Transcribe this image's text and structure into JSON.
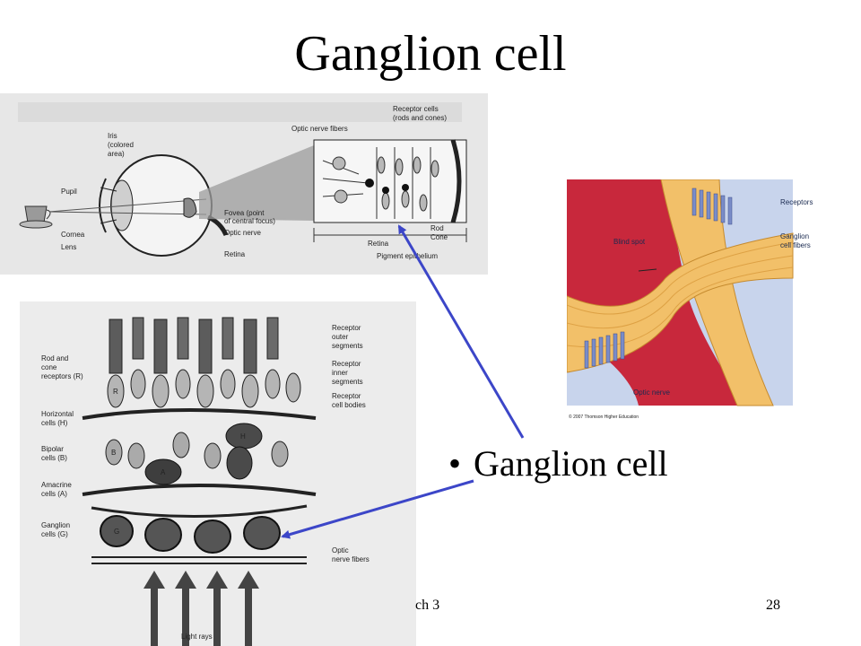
{
  "slide": {
    "title": "Ganglion cell",
    "bullet": "Ganglion cell",
    "footer_left": "ch 3",
    "page_number": "28"
  },
  "eye_figure": {
    "labels": {
      "iris": "Iris",
      "colored": "(colored",
      "area": "area)",
      "pupil": "Pupil",
      "cornea": "Cornea",
      "lens": "Lens",
      "fovea": "Fovea (point",
      "fovea2": "of central focus)",
      "optic_nerve": "Optic nerve",
      "retina_left": "Retina",
      "optic_nerve_fibers": "Optic nerve fibers",
      "receptor_cells": "Receptor cells",
      "rods_cones": "(rods and cones)",
      "rod": "Rod",
      "cone": "Cone",
      "retina_right": "Retina",
      "pigment": "Pigment epithelium"
    }
  },
  "retina_figure": {
    "labels": {
      "rod_cone": "Rod and",
      "rod_cone2": "cone",
      "rod_cone3": "receptors (R)",
      "horizontal": "Horizontal",
      "horizontal2": "cells (H)",
      "bipolar": "Bipolar",
      "bipolar2": "cells (B)",
      "amacrine": "Amacrine",
      "amacrine2": "cells (A)",
      "ganglion": "Ganglion",
      "ganglion2": "cells (G)",
      "outer": "Receptor",
      "outer2": "outer",
      "outer3": "segments",
      "inner": "Receptor",
      "inner2": "inner",
      "inner3": "segments",
      "bodies": "Receptor",
      "bodies2": "cell bodies",
      "optic": "Optic",
      "optic2": "nerve fibers",
      "light": "Light rays",
      "cell_R": "R",
      "cell_H": "H",
      "cell_B": "B",
      "cell_A": "A",
      "cell_G": "G"
    }
  },
  "blindspot_figure": {
    "labels": {
      "blind_spot": "Blind spot",
      "receptors": "Receptors",
      "ganglion_fibers": "Ganglion",
      "ganglion_fibers2": "cell fibers",
      "optic_nerve": "Optic nerve",
      "copyright": "© 2007 Thomson Higher Education"
    }
  },
  "colors": {
    "arrow": "#3c46c8",
    "blind_red": "#c8283c",
    "fiber_yellow": "#f2c069",
    "receptor_blue": "#b4c2e0"
  }
}
